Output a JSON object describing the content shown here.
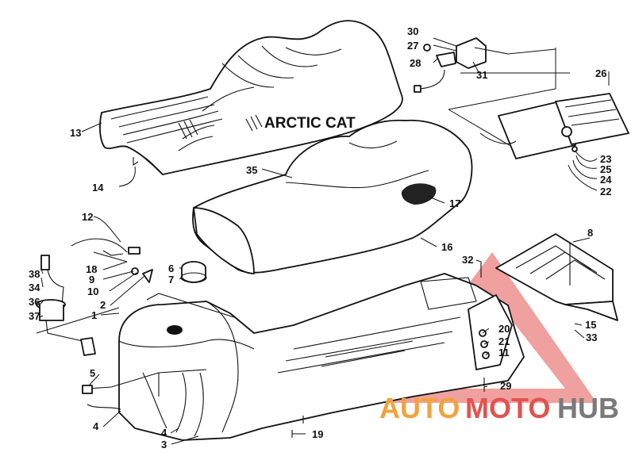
{
  "brand_label": "ARCTIC CAT",
  "watermark": {
    "part1": "AUTO",
    "part2": "MOTO",
    "part3": "HUB",
    "color_orange": "#f1a33c",
    "color_red": "#e3524f",
    "color_gray": "#7a7a7a"
  },
  "callouts": [
    {
      "id": "c30",
      "label": "30"
    },
    {
      "id": "c27",
      "label": "27"
    },
    {
      "id": "c28",
      "label": "28"
    },
    {
      "id": "c31",
      "label": "31"
    },
    {
      "id": "c26",
      "label": "26"
    },
    {
      "id": "c13",
      "label": "13"
    },
    {
      "id": "c14",
      "label": "14"
    },
    {
      "id": "c35",
      "label": "35"
    },
    {
      "id": "c17",
      "label": "17"
    },
    {
      "id": "c23",
      "label": "23"
    },
    {
      "id": "c25",
      "label": "25"
    },
    {
      "id": "c24",
      "label": "24"
    },
    {
      "id": "c22",
      "label": "22"
    },
    {
      "id": "c12",
      "label": "12"
    },
    {
      "id": "c16",
      "label": "16"
    },
    {
      "id": "c8",
      "label": "8"
    },
    {
      "id": "c32",
      "label": "32"
    },
    {
      "id": "c18",
      "label": "18"
    },
    {
      "id": "c6",
      "label": "6"
    },
    {
      "id": "c9",
      "label": "9"
    },
    {
      "id": "c7",
      "label": "7"
    },
    {
      "id": "c38",
      "label": "38"
    },
    {
      "id": "c34",
      "label": "34"
    },
    {
      "id": "c10",
      "label": "10"
    },
    {
      "id": "c36",
      "label": "36"
    },
    {
      "id": "c2",
      "label": "2"
    },
    {
      "id": "c37",
      "label": "37"
    },
    {
      "id": "c1",
      "label": "1"
    },
    {
      "id": "c15",
      "label": "15"
    },
    {
      "id": "c33",
      "label": "33"
    },
    {
      "id": "c20",
      "label": "20"
    },
    {
      "id": "c21",
      "label": "21"
    },
    {
      "id": "c11",
      "label": "11"
    },
    {
      "id": "c5",
      "label": "5"
    },
    {
      "id": "c29",
      "label": "29"
    },
    {
      "id": "c4a",
      "label": "4"
    },
    {
      "id": "c4b",
      "label": "4"
    },
    {
      "id": "c3",
      "label": "3"
    },
    {
      "id": "c19",
      "label": "19"
    }
  ]
}
